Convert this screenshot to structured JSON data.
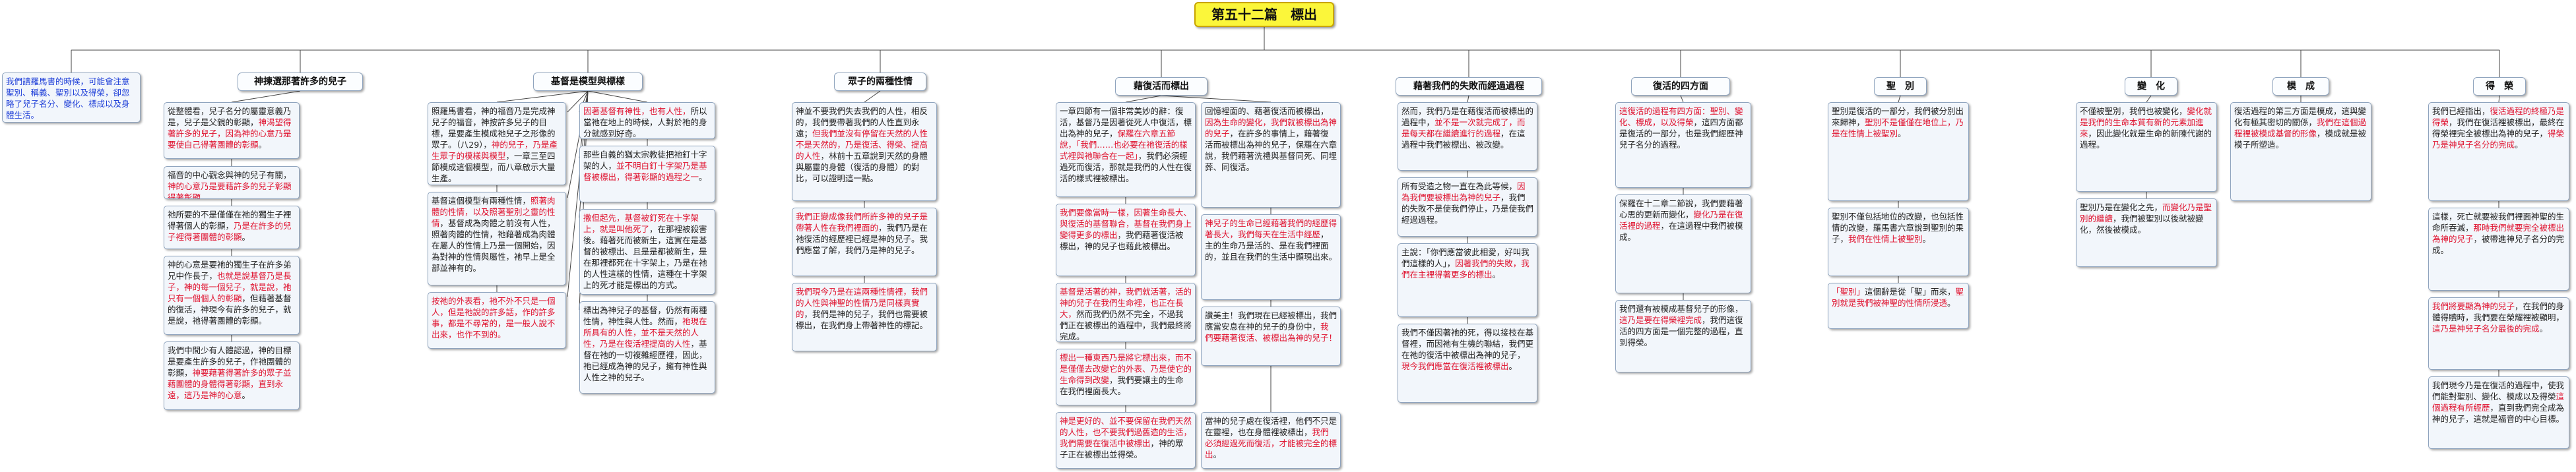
{
  "root": {
    "title": "第五十二篇　標出"
  },
  "headers": [
    {
      "id": "h1",
      "label": "神揀選那著許多的兒子"
    },
    {
      "id": "h2",
      "label": "基督是模型與標樣"
    },
    {
      "id": "h3",
      "label": "眾子的兩種性情"
    },
    {
      "id": "h4",
      "label": "藉復活而標出"
    },
    {
      "id": "h5",
      "label": "藉著我們的失敗而經過過程"
    },
    {
      "id": "h6",
      "label": "復活的四方面"
    },
    {
      "id": "h7",
      "label": "聖　別"
    },
    {
      "id": "h8",
      "label": "變　化"
    },
    {
      "id": "h9",
      "label": "模　成"
    },
    {
      "id": "h10",
      "label": "得　榮"
    }
  ],
  "nodes": [
    {
      "id": "n0",
      "parts": [
        {
          "t": "我們讀羅馬書的時候，可能會注意聖別、稱義、聖別以及得榮，卻忽略了兒子名分、變化、標成以及身體生活。",
          "c": "b"
        }
      ]
    },
    {
      "id": "n1a",
      "parts": [
        {
          "t": "從整體看，兒子名分的屬靈意義乃是，兒子是父親的彰顯，"
        },
        {
          "t": "神渴望得著許多的兒子，因為神的心意乃是要使自己得著團體的彰顯",
          "c": "r"
        },
        {
          "t": "。"
        }
      ]
    },
    {
      "id": "n1b",
      "parts": [
        {
          "t": "福音的中心觀念與神的兒子有關，"
        },
        {
          "t": "神的心意乃是要藉許多的兒子彰顯得著彰顯",
          "c": "r"
        },
        {
          "t": "。"
        }
      ]
    },
    {
      "id": "n1c",
      "parts": [
        {
          "t": "祂所要的不是僅僅在祂的獨生子裡得著個人的彰顯，"
        },
        {
          "t": "乃是在許多的兒子裡得著團體的彰顯",
          "c": "r"
        },
        {
          "t": "。"
        }
      ]
    },
    {
      "id": "n1d",
      "parts": [
        {
          "t": "神的心意是要祂的獨生子在許多弟兄中作長子，"
        },
        {
          "t": "也就是說基督乃是長子，神的每一個兒子，就是說，祂只有一個個人的彰顯",
          "c": "r"
        },
        {
          "t": "，但藉著基督的復活，神現今有許多的兒子，就是說，祂得著團體的彰顯。"
        }
      ]
    },
    {
      "id": "n1e",
      "parts": [
        {
          "t": "我們中間少有人體認過，神的目標是要產生許多的兒子，作祂團體的彰顯，"
        },
        {
          "t": "神要藉著得著許多的眾子並藉團體的身體得著彰顯，直到永遠，這乃是神的心意",
          "c": "r"
        },
        {
          "t": "。"
        }
      ]
    },
    {
      "id": "n2a",
      "parts": [
        {
          "t": "照羅馬書看，神的福音乃是完成神兒子的福音，神按許多兒子的目標，是要產生模成祂兒子之形像的眾子。（八29），"
        },
        {
          "t": "神的兒子，乃是產生眾子的模樣與模型",
          "c": "r"
        },
        {
          "t": "，一章三至四節模成這個模型，而八章啟示大量生產。"
        }
      ]
    },
    {
      "id": "n2b",
      "parts": [
        {
          "t": "基督這個模型有兩種性情，"
        },
        {
          "t": "照著肉體的性情，以及照著聖別之靈的性情",
          "c": "r"
        },
        {
          "t": "，基督成為肉體之前沒有人性，照著肉體的性情，祂藉著成為肉體在屬人的性情上乃是一個開始，因為對神的性情與屬性，祂早上是全部並神有的。"
        }
      ]
    },
    {
      "id": "n2c",
      "parts": [
        {
          "t": "按祂的外表看，祂不外不只是一個人，但是祂說的許多話，作的許多事，都是不尋常的，是一般人說不出來，也作不到的。",
          "c": "r"
        }
      ]
    },
    {
      "id": "n2d",
      "parts": [
        {
          "t": "因著基督有神性，也有人性，",
          "c": "r"
        },
        {
          "t": "所以當祂在地上的時候，人對於祂的身分就感到好奇。"
        }
      ]
    },
    {
      "id": "n2e",
      "parts": [
        {
          "t": "那些自義的猶太宗教徒把祂釘十字架的人，"
        },
        {
          "t": "並不明白釘十字架乃是基督被標出，得著彰顯的過程之一",
          "c": "r"
        },
        {
          "t": "。"
        }
      ]
    },
    {
      "id": "n2f",
      "parts": [
        {
          "t": "撒但起先，基督被釘死在十字架上，就是叫他死了",
          "c": "r"
        },
        {
          "t": "，在那裡被殺害後。藉著死而被新生，這實在是基督的被標出、且是是都被新生，是在那裡都死在十字架上，乃是在祂的人性這樣的性情，這種在十字架上的死才能是標出的方式。"
        }
      ]
    },
    {
      "id": "n2g",
      "parts": [
        {
          "t": "標出為神兒子的基督，仍然有兩種性情，神性與人性。然而，"
        },
        {
          "t": "祂現在所具有的人性，並不是天然的人性，乃是在復活裡提高的人性",
          "c": "r"
        },
        {
          "t": "，基督在祂的一切複雜經歷裡，因此，祂已經成為神的兒子，擁有神性與人性之神的兒子。"
        }
      ]
    },
    {
      "id": "n3a",
      "parts": [
        {
          "t": "神並不要我們失去我們的人性，相反的，我們要帶著我們的人性直到永遠；"
        },
        {
          "t": "但我們並沒有停留在天然的人性不是天然的，乃是復活、得榮、提高的人性",
          "c": "r"
        },
        {
          "t": "，林前十五章說到天然的身體與屬靈的身體（復活的身體）的對比，可以證明這一點。"
        }
      ]
    },
    {
      "id": "n3b",
      "parts": [
        {
          "t": "我們正變成像我們所許多神的兒子是帶著人性在我們裡面的",
          "c": "r"
        },
        {
          "t": "，我們乃是在祂復活的經歷裡已經是神的兒子。我們應當了解，我們乃是神的兒子。"
        }
      ]
    },
    {
      "id": "n3c",
      "parts": [
        {
          "t": "我們現今乃是在這兩種性情裡，我們的人性與神聖的性情乃是同樣真實的",
          "c": "r"
        },
        {
          "t": "，我們是神的兒子，我們也需要被標出，在我們身上帶著神性的標記。"
        }
      ]
    },
    {
      "id": "n4a",
      "parts": [
        {
          "t": "一章四節有一個非常美妙的辭：復活，基督乃是因著從死人中復活，標出為神的兒子，"
        },
        {
          "t": "保羅在六章五節說，「我們……也必要在祂復活的樣式裡與祂聯合在一起」",
          "c": "r"
        },
        {
          "t": "，我們必須經過死而復活，那就是我們的人性在復活的樣式裡被標出。"
        }
      ]
    },
    {
      "id": "n4b",
      "parts": [
        {
          "t": "我們要像當時一樣，因著生命長大、與復活的基督聯合，基督在我們身上變得更多的標出",
          "c": "r"
        },
        {
          "t": "，我們藉著復活被標出，神的兒子也藉此被標出。"
        }
      ]
    },
    {
      "id": "n4c",
      "parts": [
        {
          "t": "基督是活著的神，我們就活著，活的神的兒子在我們生命裡，也正在長大，",
          "c": "r"
        },
        {
          "t": "然而我們仍然不完全，不過我們正在被標出的過程中，我們最終將完成。"
        }
      ]
    },
    {
      "id": "n4d",
      "parts": [
        {
          "t": "標出一種東西乃是將它標出來，而不是僅僅去改變它的外表、乃是使它的生命得到改變",
          "c": "r"
        },
        {
          "t": "，我們要讓主的生命在我們裡面長大。"
        }
      ]
    },
    {
      "id": "n4e",
      "parts": [
        {
          "t": "神是更好的、並不要保留在我們天然的人性，也不要我們過舊造的生活，我們需要在復活中被標出",
          "c": "r"
        },
        {
          "t": "，神的眾子正在被標出並得榮。"
        }
      ]
    },
    {
      "id": "n4f",
      "parts": [
        {
          "t": "當神的兒子處在復活裡，他們不只是在靈裡，也在身體裡被標出，"
        },
        {
          "t": "我們必須經過死而復活，才能被完全的標出",
          "c": "r"
        },
        {
          "t": "。"
        }
      ]
    },
    {
      "id": "n5a",
      "parts": [
        {
          "t": "回憶裡面的、藉著復活而被標出，"
        },
        {
          "t": "因為生命的變化，我們就被標出為神的兒子",
          "c": "r"
        },
        {
          "t": "，在許多的事情上，藉著復活而被標出為神的兒子，保羅在六章說，我們藉著洗禮與基督同死、同埋葬、同復活。"
        }
      ]
    },
    {
      "id": "n5b",
      "parts": [
        {
          "t": "神兒子的生命已經藉著我們的經歷得著長大，我們每天在生活中經歷",
          "c": "r"
        },
        {
          "t": "，主的生命乃是活的、是在我們裡面的，並且在我們的生活中顯現出來。"
        }
      ]
    },
    {
      "id": "n5c",
      "parts": [
        {
          "t": "讚美主！我們現在已經被標出，我們應當安息在神的兒子的身份中，"
        },
        {
          "t": "我們要藉著復活、被標出為神的兒子！",
          "c": "r"
        }
      ]
    },
    {
      "id": "n6a",
      "parts": [
        {
          "t": "然而，我們乃是在藉復活而被標出的過程中，"
        },
        {
          "t": "並不是一次就完成了，而是每天都在繼續進行的過程",
          "c": "r"
        },
        {
          "t": "，在這過程中我們被標出、被改變。"
        }
      ]
    },
    {
      "id": "n6b",
      "parts": [
        {
          "t": "所有受造之物一直在為此等候，"
        },
        {
          "t": "因為我們要被標出為神的兒子",
          "c": "r"
        },
        {
          "t": "，我們的失敗不是使我們停止，乃是使我們經過過程。"
        }
      ]
    },
    {
      "id": "n6c",
      "parts": [
        {
          "t": "主說：「你們應當彼此相愛，好叫我們這樣的人」，"
        },
        {
          "t": "因著我們的失敗，我們在主裡得著更多的標出",
          "c": "r"
        },
        {
          "t": "。"
        }
      ]
    },
    {
      "id": "n6d",
      "parts": [
        {
          "t": "我們不僅因著祂的死，得以接枝在基督裡，而因祂有生機的聯結，我們更在祂的復活中被標出為神的兒子，"
        },
        {
          "t": "現今我們應當在復活裡被標出",
          "c": "r"
        },
        {
          "t": "。"
        }
      ]
    },
    {
      "id": "n7a",
      "parts": [
        {
          "t": "這復活的過程有四方面：聖別、變化、標成，以及得榮",
          "c": "r"
        },
        {
          "t": "，這四方面都是復活的一部分，也是我們經歷神兒子名分的過程。"
        }
      ]
    },
    {
      "id": "n7b",
      "parts": [
        {
          "t": "保羅在十二章二節說，我們要藉著心思的更新而變化，"
        },
        {
          "t": "變化乃是在復活裡的過程",
          "c": "r"
        },
        {
          "t": "，在這過程中我們被模成。"
        }
      ]
    },
    {
      "id": "n7c",
      "parts": [
        {
          "t": "我們還有被模成基督兒子的形像，"
        },
        {
          "t": "這乃是要在得榮裡完成",
          "c": "r"
        },
        {
          "t": "，我們這復活的四方面是一個完整的過程，直到得榮。"
        }
      ]
    },
    {
      "id": "n8a",
      "parts": [
        {
          "t": "聖別是復活的一部分，我們被分別出來歸神，"
        },
        {
          "t": "聖別不是僅僅在地位上，乃是在性情上被聖別",
          "c": "r"
        },
        {
          "t": "。"
        }
      ]
    },
    {
      "id": "n8b",
      "parts": [
        {
          "t": "聖別不僅包括地位的改變，也包括性情的改變，羅馬書六章說到聖別的果子，"
        },
        {
          "t": "我們在性情上被聖別",
          "c": "r"
        },
        {
          "t": "。"
        }
      ]
    },
    {
      "id": "n8c",
      "parts": [
        {
          "t": "「聖別」",
          "c": "r"
        },
        {
          "t": "這個辭是從「聖」而來，"
        },
        {
          "t": "聖別就是我們被神聖的性情所浸透",
          "c": "r"
        },
        {
          "t": "。"
        }
      ]
    },
    {
      "id": "n9a",
      "parts": [
        {
          "t": "不僅被聖別，我們也被變化，"
        },
        {
          "t": "變化就是我們的生命本質有新的元素加進來",
          "c": "r"
        },
        {
          "t": "，因此變化就是生命的新陳代謝的過程。"
        }
      ]
    },
    {
      "id": "n9b",
      "parts": [
        {
          "t": "聖別乃是在變化之先，"
        },
        {
          "t": "而變化乃是聖別的繼續",
          "c": "r"
        },
        {
          "t": "，我們被聖別以後就被變化，然後被模成。"
        }
      ]
    },
    {
      "id": "n10a",
      "parts": [
        {
          "t": "復活過程的第三方面是模成，這與變化有極其密切的關係，"
        },
        {
          "t": "我們在這個過程裡被模成基督的形像",
          "c": "r"
        },
        {
          "t": "，模成就是被模子所塑造。"
        }
      ]
    },
    {
      "id": "n11a",
      "parts": [
        {
          "t": "我們已經指出，"
        },
        {
          "t": "復活過程的終極乃是得榮",
          "c": "r"
        },
        {
          "t": "，我們在復活裡被標出，最終在得榮裡完全被標出為神的兒子，"
        },
        {
          "t": "得榮乃是神兒子名分的完成",
          "c": "r"
        },
        {
          "t": "。"
        }
      ]
    },
    {
      "id": "n11b",
      "parts": [
        {
          "t": "這樣，死亡就要被我們裡面神聖的生命所吞滅，"
        },
        {
          "t": "那時我們就要完全被標出為神的兒子",
          "c": "r"
        },
        {
          "t": "，被帶進神兒子名分的完成。"
        }
      ]
    },
    {
      "id": "n11c",
      "parts": [
        {
          "t": "我們將要顯為神的兒子",
          "c": "r"
        },
        {
          "t": "，在我們的身體得贖時，我們要在榮耀裡被顯明，"
        },
        {
          "t": "這乃是神兒子名分最後的完成",
          "c": "r"
        },
        {
          "t": "。"
        }
      ]
    },
    {
      "id": "n11d",
      "parts": [
        {
          "t": "我們現今乃是在復活的過程中，使我們能對聖別、變化、模成以及得榮"
        },
        {
          "t": "這個過程有所經歷",
          "c": "r"
        },
        {
          "t": "，直到我們完全成為神的兒子，這就是福音的中心目標。"
        }
      ]
    }
  ]
}
